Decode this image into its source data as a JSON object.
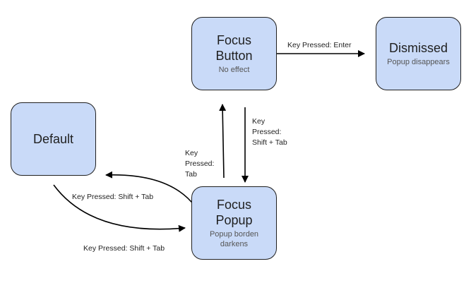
{
  "colors": {
    "node_fill": "#c9daf8",
    "node_border": "#1f1f1f",
    "edge": "#000000"
  },
  "nodes": {
    "focus_button": {
      "title": "Focus\nButton",
      "subtitle": "No effect"
    },
    "dismissed": {
      "title": "Dismissed",
      "subtitle": "Popup disappears"
    },
    "default": {
      "title": "Default"
    },
    "focus_popup": {
      "title": "Focus\nPopup",
      "subtitle": "Popup borden\ndarkens"
    }
  },
  "edges": {
    "button_to_dismissed": "Key Pressed: Enter",
    "button_to_popup": "Key\nPressed:\nShift + Tab",
    "popup_to_button": "Key\nPressed:\nTab",
    "popup_to_default": "Key Pressed: Shift + Tab",
    "default_to_popup": "Key Pressed: Shift + Tab"
  }
}
